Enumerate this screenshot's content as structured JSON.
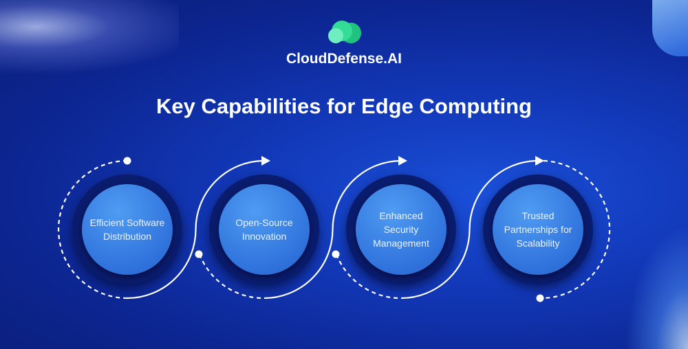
{
  "brand": {
    "name": "CloudDefense.AI",
    "logo_colors": [
      "#1fd08a",
      "#5ee8b5"
    ]
  },
  "title": "Key Capabilities for Edge Computing",
  "capabilities": [
    {
      "label": "Efficient Software Distribution"
    },
    {
      "label": "Open-Source Innovation"
    },
    {
      "label": "Enhanced Security Management"
    },
    {
      "label": "Trusted Partnerships for Scalability"
    }
  ]
}
